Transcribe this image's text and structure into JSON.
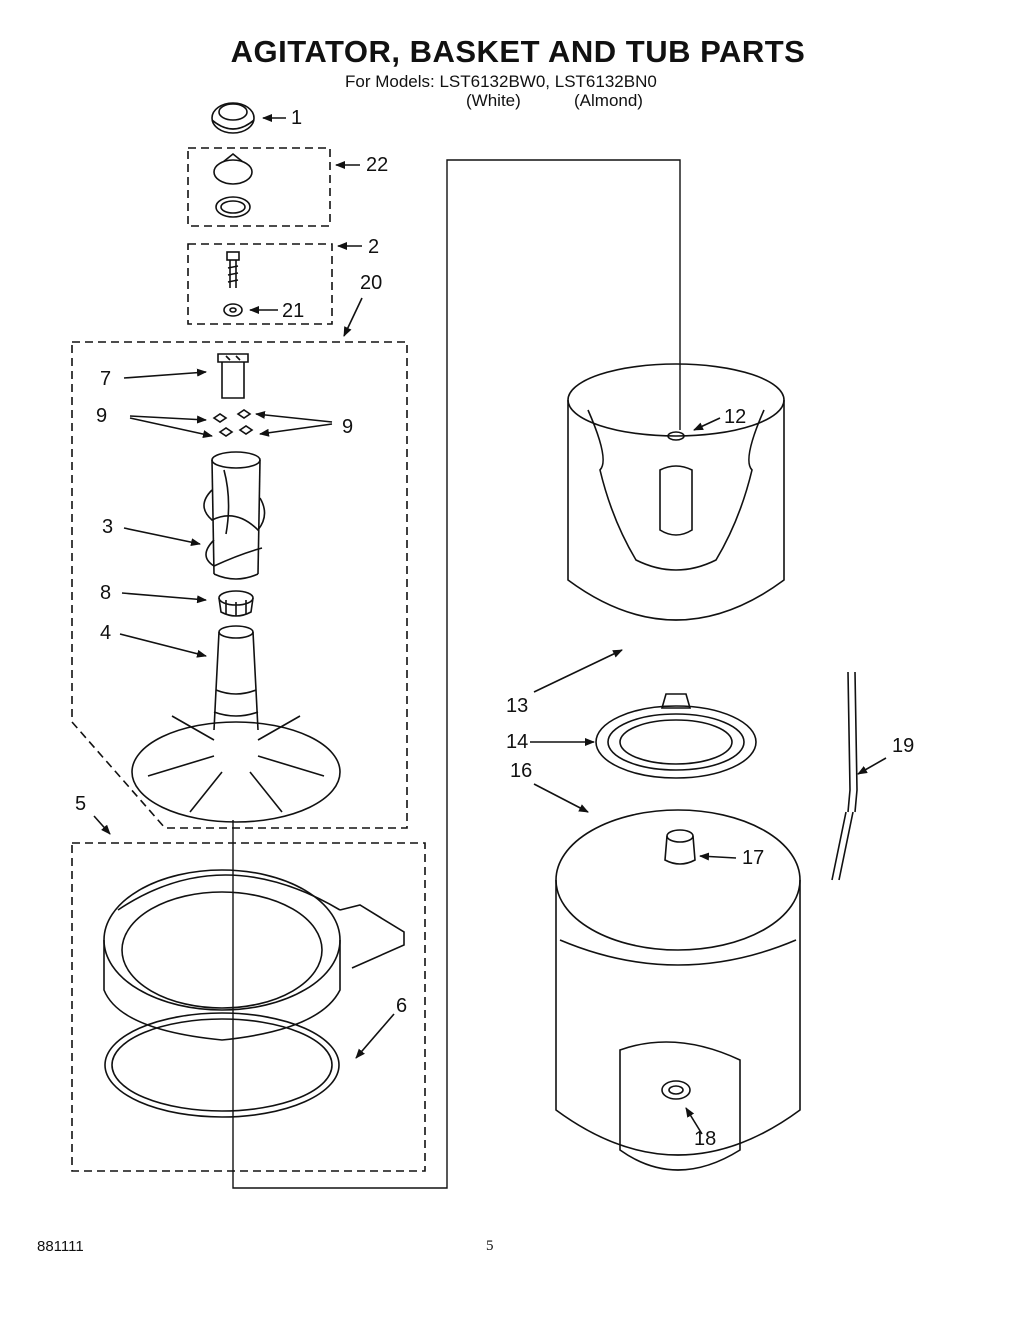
{
  "header": {
    "title": "AGITATOR, BASKET AND TUB PARTS",
    "models_line": "For Models: LST6132BW0, LST6132BN0",
    "variant_white": "(White)",
    "variant_almond": "(Almond)"
  },
  "callouts": {
    "c1": "1",
    "c22": "22",
    "c2": "2",
    "c21": "21",
    "c20": "20",
    "c7": "7",
    "c9a": "9",
    "c9b": "9",
    "c3": "3",
    "c8": "8",
    "c4": "4",
    "c5": "5",
    "c6": "6",
    "c12": "12",
    "c13": "13",
    "c14": "14",
    "c16": "16",
    "c17": "17",
    "c19": "19",
    "c18": "18"
  },
  "footer": {
    "doc_number": "881111",
    "page_number": "5"
  }
}
